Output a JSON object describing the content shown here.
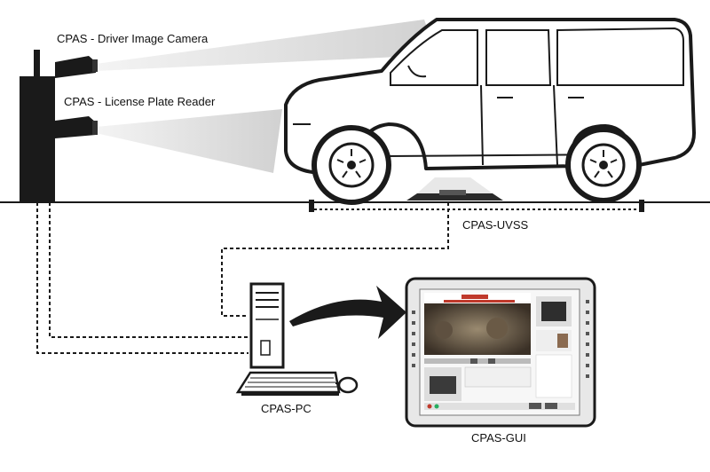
{
  "labels": {
    "driver_camera": "CPAS - Driver Image Camera",
    "plate_reader": "CPAS - License Plate Reader",
    "uvss": "CPAS-UVSS",
    "pc": "CPAS-PC",
    "gui": "CPAS-GUI"
  },
  "colors": {
    "line": "#1a1a1a",
    "beam": "#dcdcdc",
    "monitor_frame": "#e8e8e8",
    "gui_header": "#c0392b",
    "gui_screen": "#7a6a55"
  }
}
